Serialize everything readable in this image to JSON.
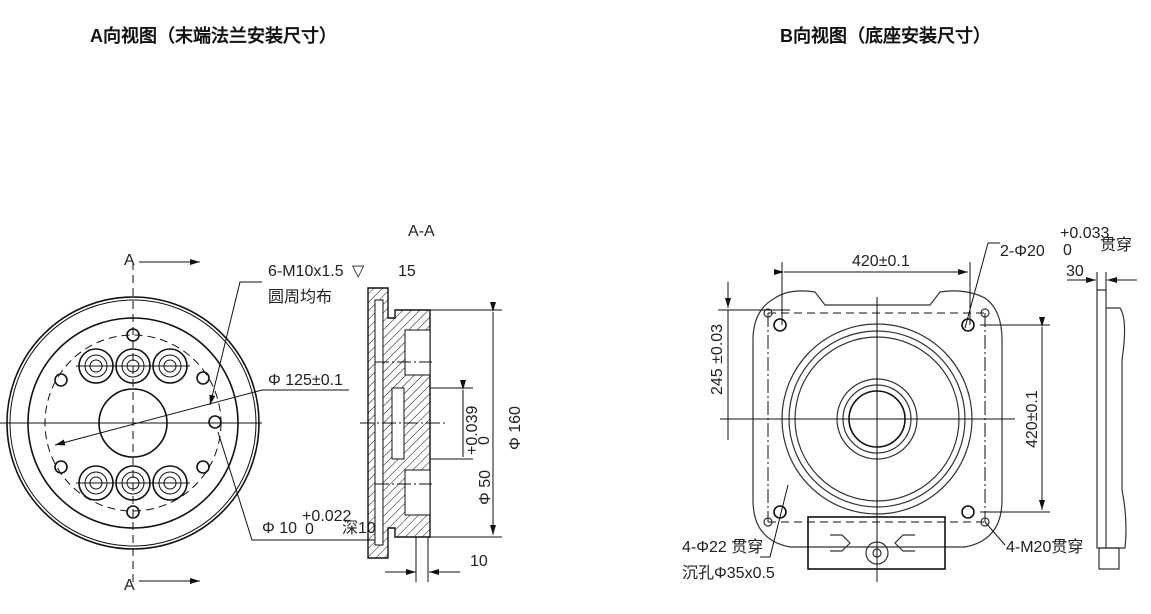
{
  "view_a": {
    "title": "A向视图（末端法兰安装尺寸）",
    "section_mark": "A",
    "section_label": "A-A",
    "thread_note": "6-M10x1.5",
    "thread_depth": "15",
    "thread_note_2": "圆周均布",
    "pcd": "Φ 125±0.1",
    "pin_hole": "Φ 10",
    "pin_tol_upper": "+0.022",
    "pin_tol_lower": "0",
    "pin_depth": "深10",
    "outer_dia": "Φ 160",
    "bore_dia": "Φ 50",
    "bore_tol_upper": "+0.039",
    "bore_tol_lower": "0",
    "thickness": "10"
  },
  "view_b": {
    "title": "B向视图（底座安装尺寸）",
    "width_dim": "420±0.1",
    "height_dim": "420±0.1",
    "offset_dim": "245 ±0.03",
    "pin_note": "2-Φ20",
    "pin_tol_upper": "+0.033",
    "pin_tol_lower": "0",
    "pin_through": "贯穿",
    "plate_thickness": "30",
    "hole_note": "4-Φ22 贯穿",
    "counterbore_note": "沉孔Φ35x0.5",
    "thread_note": "4-M20贯穿"
  }
}
